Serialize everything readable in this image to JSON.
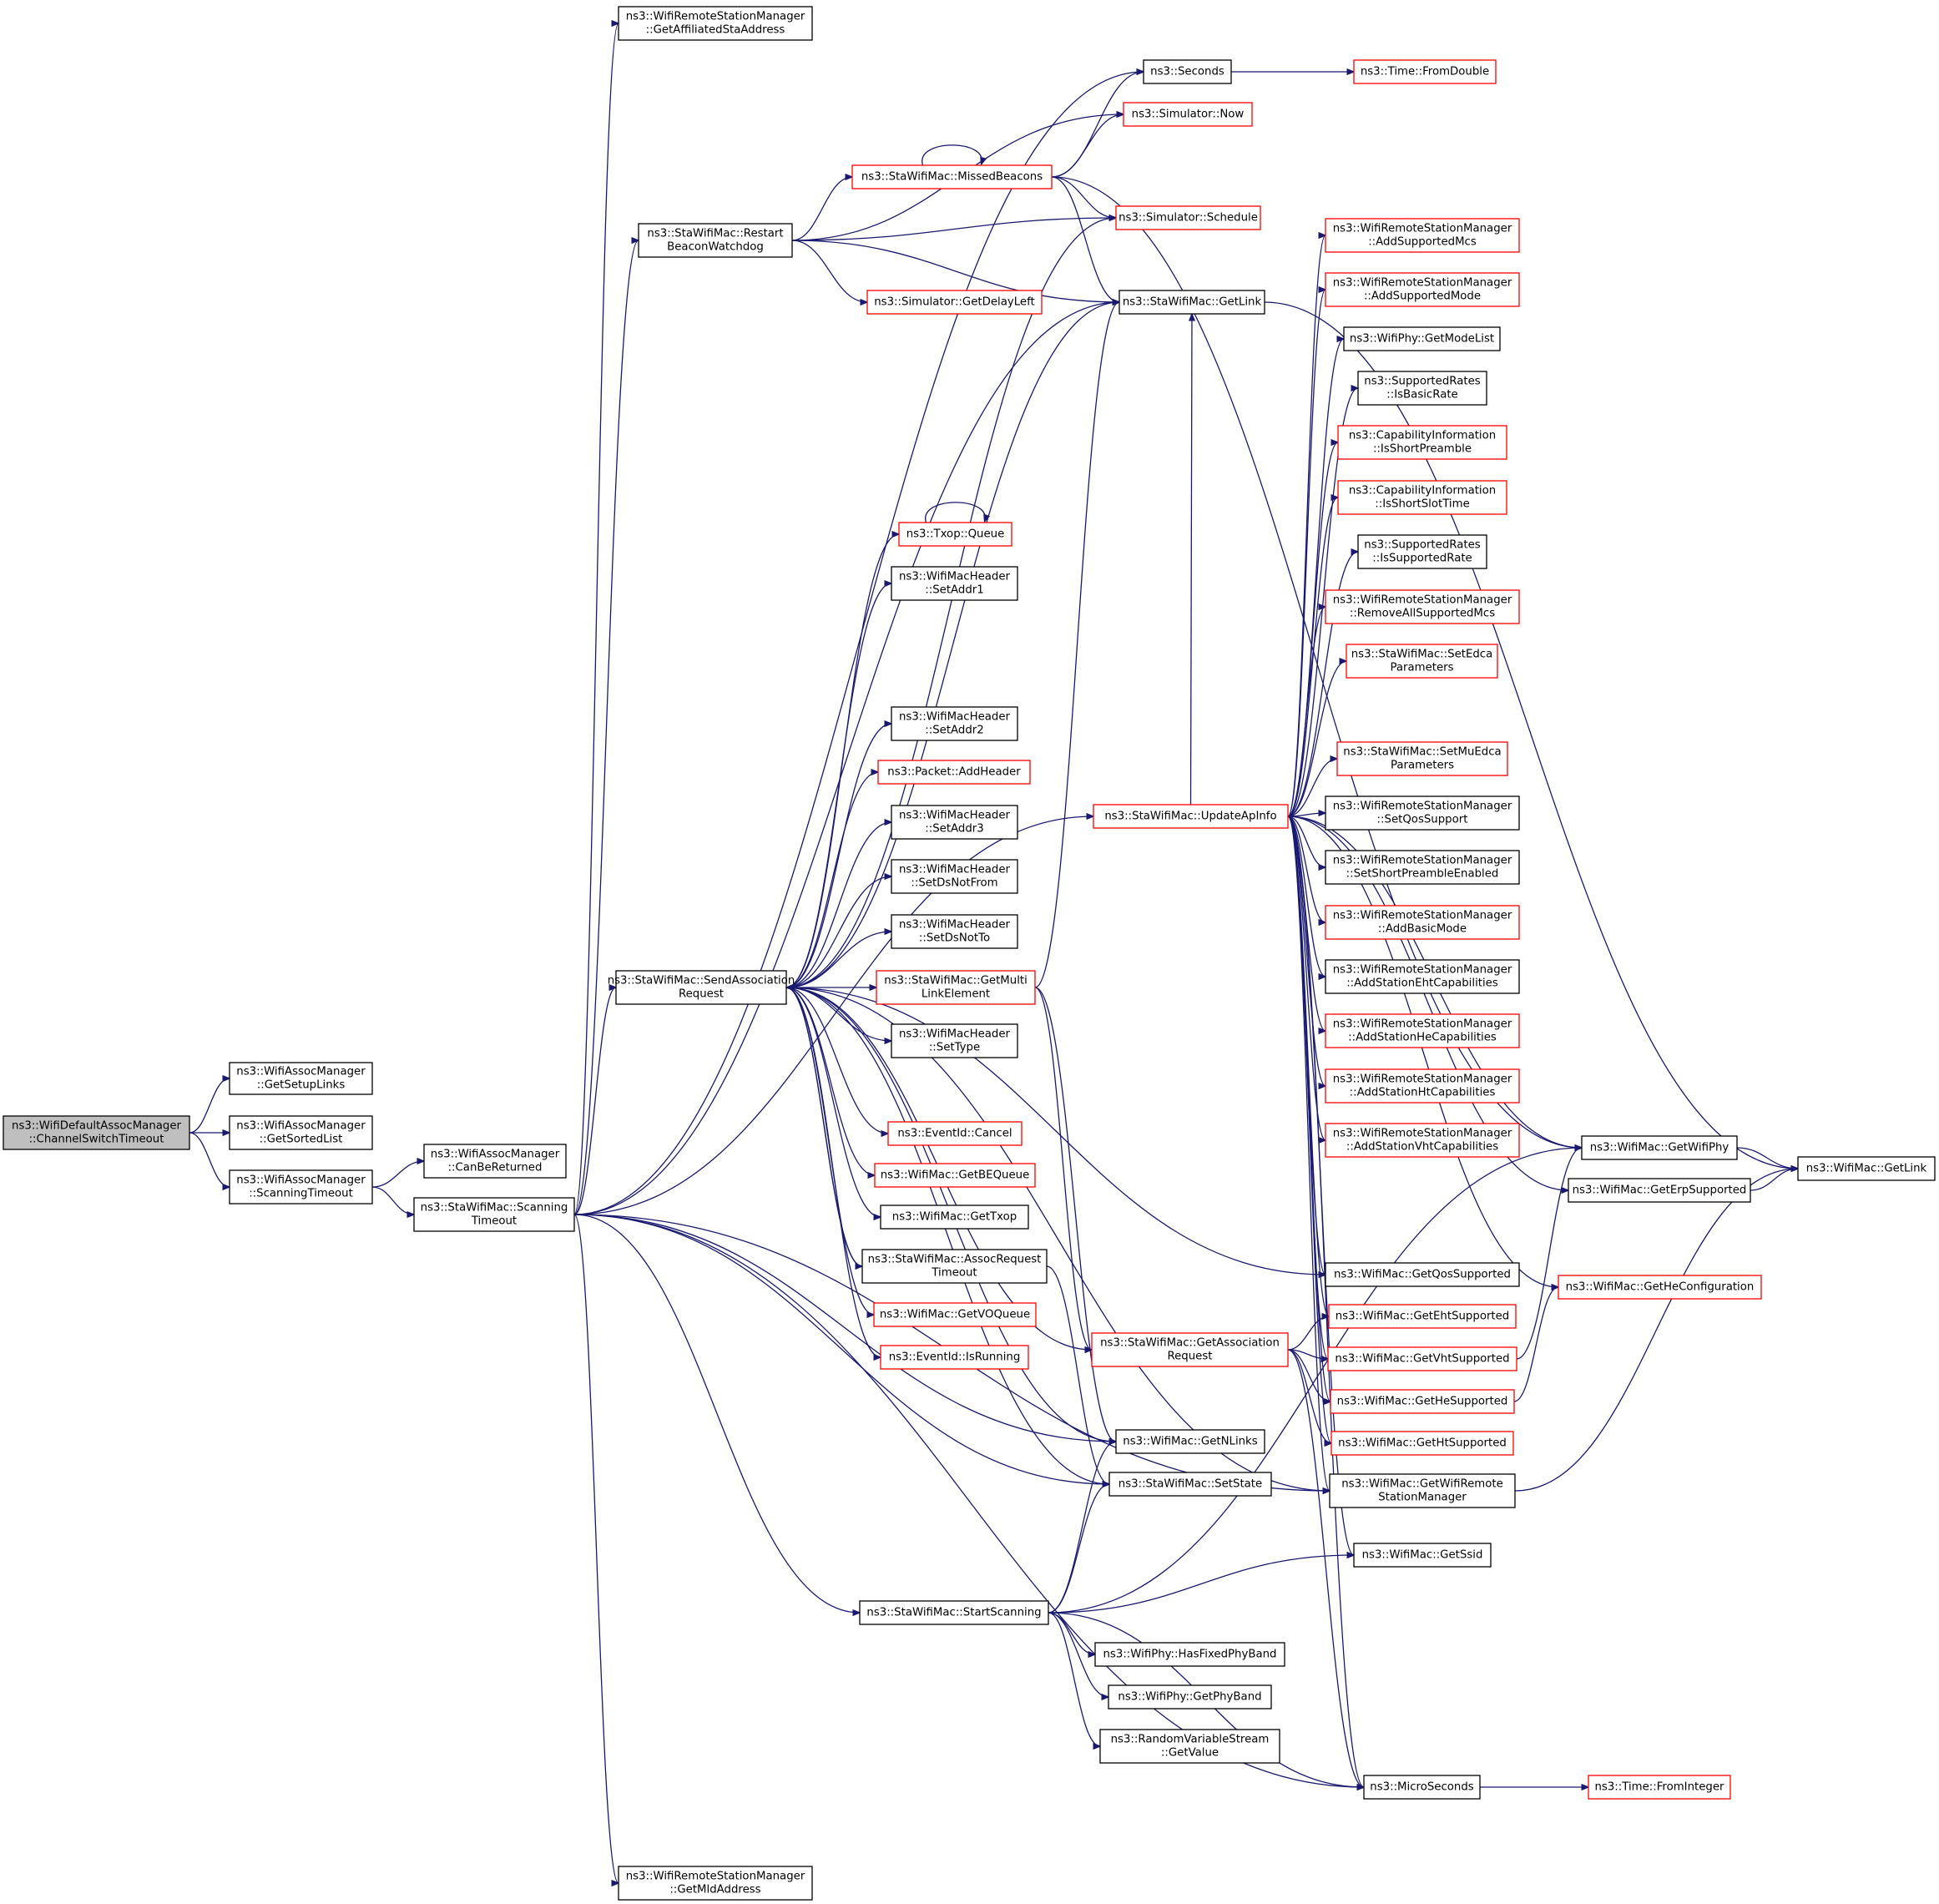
{
  "colors": {
    "edge": "#191970",
    "border_normal": "#000000",
    "border_missing": "#ff0000",
    "fill_root": "#bfbfbf",
    "fill_node": "#ffffff"
  },
  "nodes": [
    {
      "id": "root",
      "lines": [
        "ns3::WifiDefaultAssocManager",
        "::ChannelSwitchTimeout"
      ],
      "style": "root"
    },
    {
      "id": "getSetupLinks",
      "lines": [
        "ns3::WifiAssocManager",
        "::GetSetupLinks"
      ],
      "style": "normal"
    },
    {
      "id": "getSortedList",
      "lines": [
        "ns3::WifiAssocManager",
        "::GetSortedList"
      ],
      "style": "normal"
    },
    {
      "id": "scanTimeoutMgr",
      "lines": [
        "ns3::WifiAssocManager",
        "::ScanningTimeout"
      ],
      "style": "normal"
    },
    {
      "id": "canBeReturned",
      "lines": [
        "ns3::WifiAssocManager",
        "::CanBeReturned"
      ],
      "style": "normal"
    },
    {
      "id": "staScanTimeout",
      "lines": [
        "ns3::StaWifiMac::Scanning",
        "Timeout"
      ],
      "style": "normal"
    },
    {
      "id": "getAffiliated",
      "lines": [
        "ns3::WifiRemoteStationManager",
        "::GetAffiliatedStaAddress"
      ],
      "style": "normal"
    },
    {
      "id": "getMld",
      "lines": [
        "ns3::WifiRemoteStationManager",
        "::GetMldAddress"
      ],
      "style": "normal"
    },
    {
      "id": "restartBW",
      "lines": [
        "ns3::StaWifiMac::Restart",
        "BeaconWatchdog"
      ],
      "style": "normal"
    },
    {
      "id": "seconds",
      "lines": [
        "ns3::Seconds"
      ],
      "style": "normal"
    },
    {
      "id": "fromDouble",
      "lines": [
        "ns3::Time::FromDouble"
      ],
      "style": "missing"
    },
    {
      "id": "simNow",
      "lines": [
        "ns3::Simulator::Now"
      ],
      "style": "missing"
    },
    {
      "id": "missedBeacons",
      "lines": [
        "ns3::StaWifiMac::MissedBeacons"
      ],
      "style": "missing"
    },
    {
      "id": "simSchedule",
      "lines": [
        "ns3::Simulator::Schedule"
      ],
      "style": "missing"
    },
    {
      "id": "simDelayLeft",
      "lines": [
        "ns3::Simulator::GetDelayLeft"
      ],
      "style": "missing"
    },
    {
      "id": "staGetLink",
      "lines": [
        "ns3::StaWifiMac::GetLink"
      ],
      "style": "normal"
    },
    {
      "id": "txopQueue",
      "lines": [
        "ns3::Txop::Queue"
      ],
      "style": "missing"
    },
    {
      "id": "setAddr1",
      "lines": [
        "ns3::WifiMacHeader",
        "::SetAddr1"
      ],
      "style": "normal"
    },
    {
      "id": "setAddr2",
      "lines": [
        "ns3::WifiMacHeader",
        "::SetAddr2"
      ],
      "style": "normal"
    },
    {
      "id": "addHeader",
      "lines": [
        "ns3::Packet::AddHeader"
      ],
      "style": "missing"
    },
    {
      "id": "setAddr3",
      "lines": [
        "ns3::WifiMacHeader",
        "::SetAddr3"
      ],
      "style": "normal"
    },
    {
      "id": "setDsNotFrom",
      "lines": [
        "ns3::WifiMacHeader",
        "::SetDsNotFrom"
      ],
      "style": "normal"
    },
    {
      "id": "setDsNotTo",
      "lines": [
        "ns3::WifiMacHeader",
        "::SetDsNotTo"
      ],
      "style": "normal"
    },
    {
      "id": "sendAssoc",
      "lines": [
        "ns3::StaWifiMac::SendAssociation",
        "Request"
      ],
      "style": "normal"
    },
    {
      "id": "getMultiLink",
      "lines": [
        "ns3::StaWifiMac::GetMulti",
        "LinkElement"
      ],
      "style": "missing"
    },
    {
      "id": "setType",
      "lines": [
        "ns3::WifiMacHeader",
        "::SetType"
      ],
      "style": "normal"
    },
    {
      "id": "eventCancel",
      "lines": [
        "ns3::EventId::Cancel"
      ],
      "style": "missing"
    },
    {
      "id": "getBEQueue",
      "lines": [
        "ns3::WifiMac::GetBEQueue"
      ],
      "style": "missing"
    },
    {
      "id": "getTxop",
      "lines": [
        "ns3::WifiMac::GetTxop"
      ],
      "style": "normal"
    },
    {
      "id": "assocReqTimeout",
      "lines": [
        "ns3::StaWifiMac::AssocRequest",
        "Timeout"
      ],
      "style": "normal"
    },
    {
      "id": "getVOQueue",
      "lines": [
        "ns3::WifiMac::GetVOQueue"
      ],
      "style": "missing"
    },
    {
      "id": "eventIsRunning",
      "lines": [
        "ns3::EventId::IsRunning"
      ],
      "style": "missing"
    },
    {
      "id": "getNLinks",
      "lines": [
        "ns3::WifiMac::GetNLinks"
      ],
      "style": "normal"
    },
    {
      "id": "setState",
      "lines": [
        "ns3::StaWifiMac::SetState"
      ],
      "style": "normal"
    },
    {
      "id": "startScanning",
      "lines": [
        "ns3::StaWifiMac::StartScanning"
      ],
      "style": "normal"
    },
    {
      "id": "hasFixedPhyBand",
      "lines": [
        "ns3::WifiPhy::HasFixedPhyBand"
      ],
      "style": "normal"
    },
    {
      "id": "getPhyBand",
      "lines": [
        "ns3::WifiPhy::GetPhyBand"
      ],
      "style": "normal"
    },
    {
      "id": "rvsGetValue",
      "lines": [
        "ns3::RandomVariableStream",
        "::GetValue"
      ],
      "style": "normal"
    },
    {
      "id": "microSeconds",
      "lines": [
        "ns3::MicroSeconds"
      ],
      "style": "normal"
    },
    {
      "id": "fromInteger",
      "lines": [
        "ns3::Time::FromInteger"
      ],
      "style": "missing"
    },
    {
      "id": "updateApInfo",
      "lines": [
        "ns3::StaWifiMac::UpdateApInfo"
      ],
      "style": "missing"
    },
    {
      "id": "getAssocReq",
      "lines": [
        "ns3::StaWifiMac::GetAssociation",
        "Request"
      ],
      "style": "missing"
    },
    {
      "id": "addSupportedMcs",
      "lines": [
        "ns3::WifiRemoteStationManager",
        "::AddSupportedMcs"
      ],
      "style": "missing"
    },
    {
      "id": "addSupportedMode",
      "lines": [
        "ns3::WifiRemoteStationManager",
        "::AddSupportedMode"
      ],
      "style": "missing"
    },
    {
      "id": "getModeList",
      "lines": [
        "ns3::WifiPhy::GetModeList"
      ],
      "style": "normal"
    },
    {
      "id": "isBasicRate",
      "lines": [
        "ns3::SupportedRates",
        "::IsBasicRate"
      ],
      "style": "normal"
    },
    {
      "id": "isShortPreamble",
      "lines": [
        "ns3::CapabilityInformation",
        "::IsShortPreamble"
      ],
      "style": "missing"
    },
    {
      "id": "isShortSlotTime",
      "lines": [
        "ns3::CapabilityInformation",
        "::IsShortSlotTime"
      ],
      "style": "missing"
    },
    {
      "id": "isSupportedRate",
      "lines": [
        "ns3::SupportedRates",
        "::IsSupportedRate"
      ],
      "style": "normal"
    },
    {
      "id": "removeAllMcs",
      "lines": [
        "ns3::WifiRemoteStationManager",
        "::RemoveAllSupportedMcs"
      ],
      "style": "missing"
    },
    {
      "id": "setEdca",
      "lines": [
        "ns3::StaWifiMac::SetEdca",
        "Parameters"
      ],
      "style": "missing"
    },
    {
      "id": "setMuEdca",
      "lines": [
        "ns3::StaWifiMac::SetMuEdca",
        "Parameters"
      ],
      "style": "missing"
    },
    {
      "id": "setQosSupport",
      "lines": [
        "ns3::WifiRemoteStationManager",
        "::SetQosSupport"
      ],
      "style": "normal"
    },
    {
      "id": "setShortPreamble",
      "lines": [
        "ns3::WifiRemoteStationManager",
        "::SetShortPreambleEnabled"
      ],
      "style": "normal"
    },
    {
      "id": "addBasicMode",
      "lines": [
        "ns3::WifiRemoteStationManager",
        "::AddBasicMode"
      ],
      "style": "missing"
    },
    {
      "id": "addEhtCap",
      "lines": [
        "ns3::WifiRemoteStationManager",
        "::AddStationEhtCapabilities"
      ],
      "style": "normal"
    },
    {
      "id": "addHeCap",
      "lines": [
        "ns3::WifiRemoteStationManager",
        "::AddStationHeCapabilities"
      ],
      "style": "missing"
    },
    {
      "id": "addHtCap",
      "lines": [
        "ns3::WifiRemoteStationManager",
        "::AddStationHtCapabilities"
      ],
      "style": "missing"
    },
    {
      "id": "addVhtCap",
      "lines": [
        "ns3::WifiRemoteStationManager",
        "::AddStationVhtCapabilities"
      ],
      "style": "missing"
    },
    {
      "id": "getQosSupported",
      "lines": [
        "ns3::WifiMac::GetQosSupported"
      ],
      "style": "normal"
    },
    {
      "id": "getEhtSupported",
      "lines": [
        "ns3::WifiMac::GetEhtSupported"
      ],
      "style": "missing"
    },
    {
      "id": "getVhtSupported",
      "lines": [
        "ns3::WifiMac::GetVhtSupported"
      ],
      "style": "missing"
    },
    {
      "id": "getHeSupported",
      "lines": [
        "ns3::WifiMac::GetHeSupported"
      ],
      "style": "missing"
    },
    {
      "id": "getHtSupported",
      "lines": [
        "ns3::WifiMac::GetHtSupported"
      ],
      "style": "missing"
    },
    {
      "id": "getWifiRemote",
      "lines": [
        "ns3::WifiMac::GetWifiRemote",
        "StationManager"
      ],
      "style": "normal"
    },
    {
      "id": "getSsid",
      "lines": [
        "ns3::WifiMac::GetSsid"
      ],
      "style": "normal"
    },
    {
      "id": "getWifiPhy",
      "lines": [
        "ns3::WifiMac::GetWifiPhy"
      ],
      "style": "normal"
    },
    {
      "id": "getErpSupported",
      "lines": [
        "ns3::WifiMac::GetErpSupported"
      ],
      "style": "normal"
    },
    {
      "id": "macGetLink",
      "lines": [
        "ns3::WifiMac::GetLink"
      ],
      "style": "normal"
    },
    {
      "id": "getHeConfig",
      "lines": [
        "ns3::WifiMac::GetHeConfiguration"
      ],
      "style": "missing"
    }
  ],
  "edges": [
    [
      "root",
      "getSetupLinks"
    ],
    [
      "root",
      "getSortedList"
    ],
    [
      "root",
      "scanTimeoutMgr"
    ],
    [
      "scanTimeoutMgr",
      "canBeReturned"
    ],
    [
      "scanTimeoutMgr",
      "staScanTimeout"
    ],
    [
      "staScanTimeout",
      "getAffiliated"
    ],
    [
      "staScanTimeout",
      "seconds"
    ],
    [
      "staScanTimeout",
      "restartBW"
    ],
    [
      "staScanTimeout",
      "staGetLink"
    ],
    [
      "staScanTimeout",
      "updateApInfo"
    ],
    [
      "staScanTimeout",
      "sendAssoc"
    ],
    [
      "staScanTimeout",
      "getNLinks"
    ],
    [
      "staScanTimeout",
      "setState"
    ],
    [
      "staScanTimeout",
      "getWifiRemote"
    ],
    [
      "staScanTimeout",
      "startScanning"
    ],
    [
      "staScanTimeout",
      "microSeconds"
    ],
    [
      "staScanTimeout",
      "getMld"
    ],
    [
      "restartBW",
      "simNow"
    ],
    [
      "restartBW",
      "missedBeacons"
    ],
    [
      "restartBW",
      "simSchedule"
    ],
    [
      "restartBW",
      "simDelayLeft"
    ],
    [
      "restartBW",
      "staGetLink"
    ],
    [
      "seconds",
      "fromDouble"
    ],
    [
      "missedBeacons",
      "missedBeacons"
    ],
    [
      "missedBeacons",
      "seconds"
    ],
    [
      "missedBeacons",
      "simNow"
    ],
    [
      "missedBeacons",
      "simSchedule"
    ],
    [
      "missedBeacons",
      "staGetLink"
    ],
    [
      "missedBeacons",
      "getWifiPhy"
    ],
    [
      "staGetLink",
      "macGetLink"
    ],
    [
      "sendAssoc",
      "simSchedule"
    ],
    [
      "sendAssoc",
      "staGetLink"
    ],
    [
      "sendAssoc",
      "txopQueue"
    ],
    [
      "sendAssoc",
      "setAddr1"
    ],
    [
      "sendAssoc",
      "setAddr2"
    ],
    [
      "sendAssoc",
      "addHeader"
    ],
    [
      "sendAssoc",
      "setAddr3"
    ],
    [
      "sendAssoc",
      "setDsNotFrom"
    ],
    [
      "sendAssoc",
      "setDsNotTo"
    ],
    [
      "sendAssoc",
      "getMultiLink"
    ],
    [
      "sendAssoc",
      "setType"
    ],
    [
      "sendAssoc",
      "eventCancel"
    ],
    [
      "sendAssoc",
      "getBEQueue"
    ],
    [
      "sendAssoc",
      "getTxop"
    ],
    [
      "sendAssoc",
      "assocReqTimeout"
    ],
    [
      "sendAssoc",
      "getVOQueue"
    ],
    [
      "sendAssoc",
      "eventIsRunning"
    ],
    [
      "sendAssoc",
      "getAssocReq"
    ],
    [
      "sendAssoc",
      "getNLinks"
    ],
    [
      "sendAssoc",
      "getQosSupported"
    ],
    [
      "sendAssoc",
      "getWifiRemote"
    ],
    [
      "sendAssoc",
      "setState"
    ],
    [
      "txopQueue",
      "txopQueue"
    ],
    [
      "assocReqTimeout",
      "sendAssoc"
    ],
    [
      "assocReqTimeout",
      "setState"
    ],
    [
      "getMultiLink",
      "staGetLink"
    ],
    [
      "getMultiLink",
      "getAssocReq"
    ],
    [
      "getMultiLink",
      "getNLinks"
    ],
    [
      "getAssocReq",
      "getEhtSupported"
    ],
    [
      "getAssocReq",
      "getVhtSupported"
    ],
    [
      "getAssocReq",
      "getHeSupported"
    ],
    [
      "getAssocReq",
      "getHtSupported"
    ],
    [
      "getAssocReq",
      "microSeconds"
    ],
    [
      "updateApInfo",
      "addSupportedMcs"
    ],
    [
      "updateApInfo",
      "addSupportedMode"
    ],
    [
      "updateApInfo",
      "getModeList"
    ],
    [
      "updateApInfo",
      "isBasicRate"
    ],
    [
      "updateApInfo",
      "isShortPreamble"
    ],
    [
      "updateApInfo",
      "isShortSlotTime"
    ],
    [
      "updateApInfo",
      "isSupportedRate"
    ],
    [
      "updateApInfo",
      "removeAllMcs"
    ],
    [
      "updateApInfo",
      "setEdca"
    ],
    [
      "updateApInfo",
      "getWifiPhy"
    ],
    [
      "updateApInfo",
      "setMuEdca"
    ],
    [
      "updateApInfo",
      "setQosSupport"
    ],
    [
      "updateApInfo",
      "setShortPreamble"
    ],
    [
      "updateApInfo",
      "addBasicMode"
    ],
    [
      "updateApInfo",
      "addEhtCap"
    ],
    [
      "updateApInfo",
      "addHeCap"
    ],
    [
      "updateApInfo",
      "addHtCap"
    ],
    [
      "updateApInfo",
      "addVhtCap"
    ],
    [
      "updateApInfo",
      "getErpSupported"
    ],
    [
      "updateApInfo",
      "getHeConfig"
    ],
    [
      "updateApInfo",
      "getQosSupported"
    ],
    [
      "updateApInfo",
      "getEhtSupported"
    ],
    [
      "updateApInfo",
      "getVhtSupported"
    ],
    [
      "updateApInfo",
      "getHeSupported"
    ],
    [
      "updateApInfo",
      "getHtSupported"
    ],
    [
      "updateApInfo",
      "getWifiRemote"
    ],
    [
      "updateApInfo",
      "getSsid"
    ],
    [
      "updateApInfo",
      "microSeconds"
    ],
    [
      "updateApInfo",
      "staGetLink"
    ],
    [
      "startScanning",
      "getNLinks"
    ],
    [
      "startScanning",
      "setState"
    ],
    [
      "startScanning",
      "getSsid"
    ],
    [
      "startScanning",
      "getWifiPhy"
    ],
    [
      "startScanning",
      "hasFixedPhyBand"
    ],
    [
      "startScanning",
      "getPhyBand"
    ],
    [
      "startScanning",
      "rvsGetValue"
    ],
    [
      "startScanning",
      "microSeconds"
    ],
    [
      "microSeconds",
      "fromInteger"
    ],
    [
      "getWifiPhy",
      "macGetLink"
    ],
    [
      "getErpSupported",
      "macGetLink"
    ],
    [
      "getVhtSupported",
      "getWifiPhy"
    ],
    [
      "getHeSupported",
      "getHeConfig"
    ],
    [
      "getWifiRemote",
      "macGetLink"
    ]
  ]
}
